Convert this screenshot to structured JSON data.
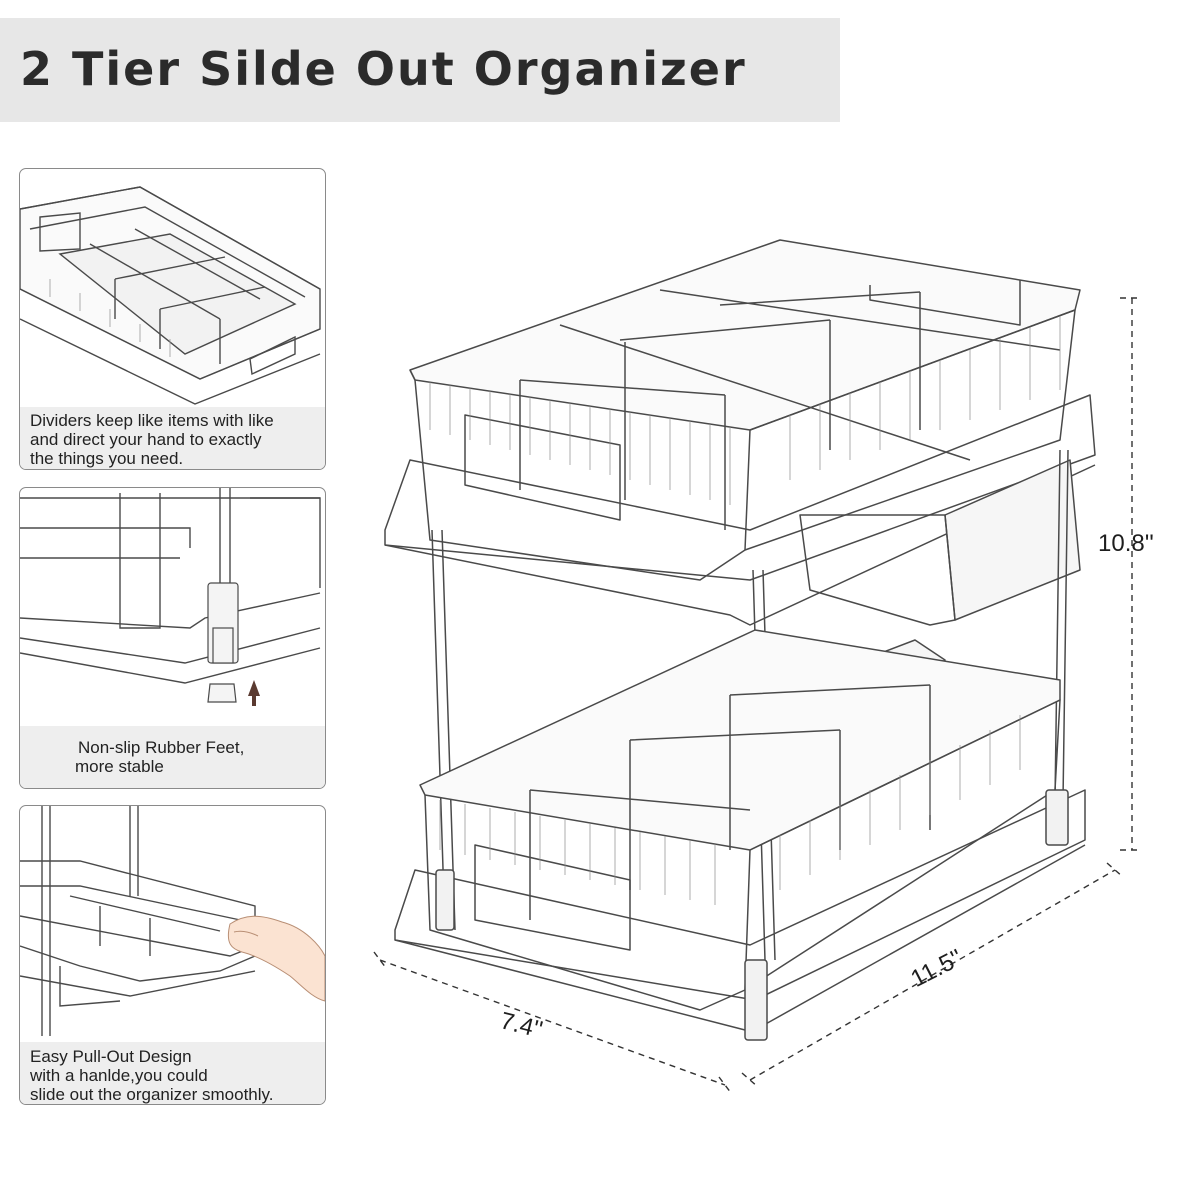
{
  "title": "2 Tier Silde Out Organizer",
  "features": [
    {
      "lines": [
        "Dividers keep like items with like",
        "and direct your hand to exactly",
        "the things you need."
      ]
    },
    {
      "lines": [
        "Non-slip Rubber Feet,",
        "more stable"
      ]
    },
    {
      "lines": [
        "Easy Pull-Out Design",
        "with a hanlde,you could",
        "slide out the organizer smoothly."
      ]
    }
  ],
  "dimensions": {
    "height": "10.8''",
    "depth": "11.5''",
    "width": "7.4''"
  },
  "colors": {
    "title_bar": "#e7e7e7",
    "caption_bg": "#eeeeee",
    "line": "#4a4a4a",
    "arrow": "#5a3a30"
  }
}
